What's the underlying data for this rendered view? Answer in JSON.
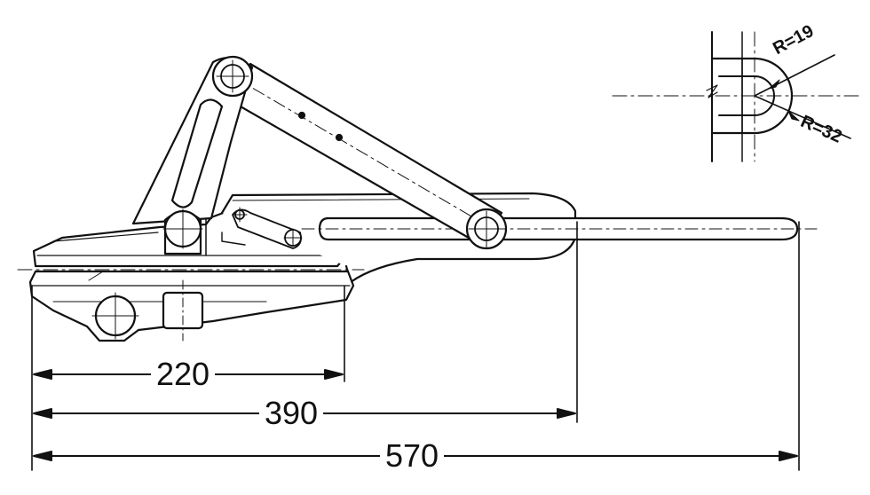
{
  "dimensions": {
    "d220": "220",
    "d390": "390",
    "d570": "570"
  },
  "radius_detail": {
    "r_inner": "R=19",
    "r_outer": "R=32"
  },
  "colors": {
    "ink": "#111111",
    "paper": "#ffffff"
  }
}
